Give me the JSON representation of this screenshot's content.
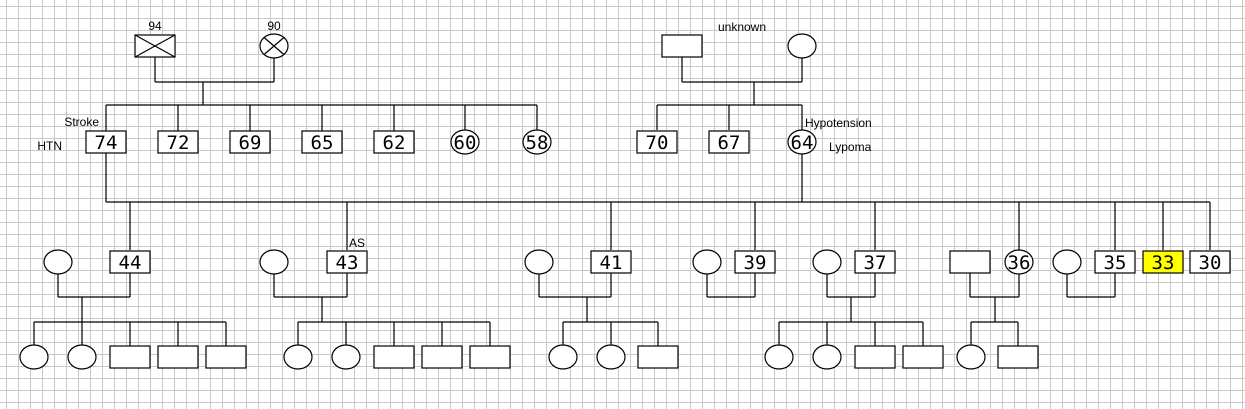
{
  "colors": {
    "highlight": "#ffff00",
    "line": "#000000",
    "grid": "#c8c8c8"
  },
  "generation1": {
    "paternal_father": {
      "sex": "male",
      "age": "94",
      "deceased": true
    },
    "paternal_mother": {
      "sex": "female",
      "age": "90",
      "deceased": true
    },
    "maternal_father": {
      "sex": "male",
      "age": "",
      "deceased": false
    },
    "maternal_mother": {
      "sex": "female",
      "age": "",
      "deceased": false
    },
    "maternal_couple_note": "unknown"
  },
  "generation2": {
    "paternal_siblings": [
      {
        "sex": "male",
        "age": "74"
      },
      {
        "sex": "male",
        "age": "72"
      },
      {
        "sex": "male",
        "age": "69"
      },
      {
        "sex": "male",
        "age": "65"
      },
      {
        "sex": "male",
        "age": "62"
      },
      {
        "sex": "female",
        "age": "60"
      },
      {
        "sex": "female",
        "age": "58"
      }
    ],
    "maternal_siblings": [
      {
        "sex": "male",
        "age": "70"
      },
      {
        "sex": "male",
        "age": "67"
      },
      {
        "sex": "female",
        "age": "64"
      }
    ],
    "father_conditions": [
      "Stroke",
      "HTN"
    ],
    "mother_conditions": [
      "Hypotension",
      "Lypoma"
    ]
  },
  "generation3": {
    "siblings": [
      {
        "sex": "male",
        "age": "44",
        "has_spouse": true
      },
      {
        "sex": "male",
        "age": "43",
        "has_spouse": true,
        "note": "AS"
      },
      {
        "sex": "male",
        "age": "41",
        "has_spouse": true
      },
      {
        "sex": "male",
        "age": "39",
        "has_spouse": true
      },
      {
        "sex": "male",
        "age": "37",
        "has_spouse": true
      },
      {
        "sex": "female",
        "age": "36",
        "has_spouse": true
      },
      {
        "sex": "male",
        "age": "35",
        "has_spouse": true
      },
      {
        "sex": "male",
        "age": "33",
        "has_spouse": false,
        "proband": true
      },
      {
        "sex": "male",
        "age": "30",
        "has_spouse": false
      }
    ]
  },
  "generation4": {
    "families": [
      {
        "parent": "44",
        "children": [
          "female",
          "female",
          "male",
          "male",
          "male"
        ]
      },
      {
        "parent": "43",
        "children": [
          "female",
          "female",
          "male",
          "male",
          "male"
        ]
      },
      {
        "parent": "41",
        "children": [
          "female",
          "female",
          "male"
        ]
      },
      {
        "parent": "37",
        "children": [
          "female",
          "female",
          "male",
          "male"
        ]
      },
      {
        "parent": "36",
        "children": [
          "female",
          "male"
        ]
      }
    ]
  }
}
